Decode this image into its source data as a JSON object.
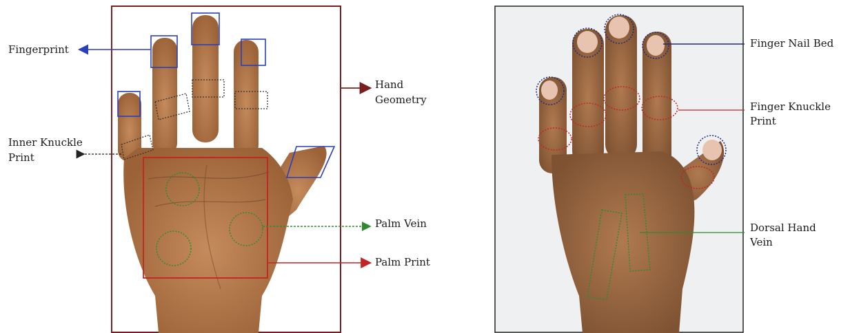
{
  "left_panel": {
    "labels": {
      "fingerprint": "Fingerprint",
      "hand_geometry_1": "Hand",
      "hand_geometry_2": "Geometry",
      "inner_knuckle_1": "Inner Knuckle",
      "inner_knuckle_2": "Print",
      "palm_vein": "Palm Vein",
      "palm_print": "Palm Print"
    }
  },
  "right_panel": {
    "labels": {
      "nail_bed": "Finger Nail Bed",
      "finger_knuckle_1": "Finger Knuckle",
      "finger_knuckle_2": "Print",
      "dorsal_vein_1": "Dorsal Hand",
      "dorsal_vein_2": "Vein"
    }
  },
  "colors": {
    "blue": "#2b3fb8",
    "red": "#c42424",
    "green": "#2f8a2f",
    "dark_red": "#7a1f1f",
    "navy": "#22287a",
    "knuckle_black": "#333333",
    "skin_palm": "#b5794c",
    "skin_dorsal": "#9c6a44"
  }
}
